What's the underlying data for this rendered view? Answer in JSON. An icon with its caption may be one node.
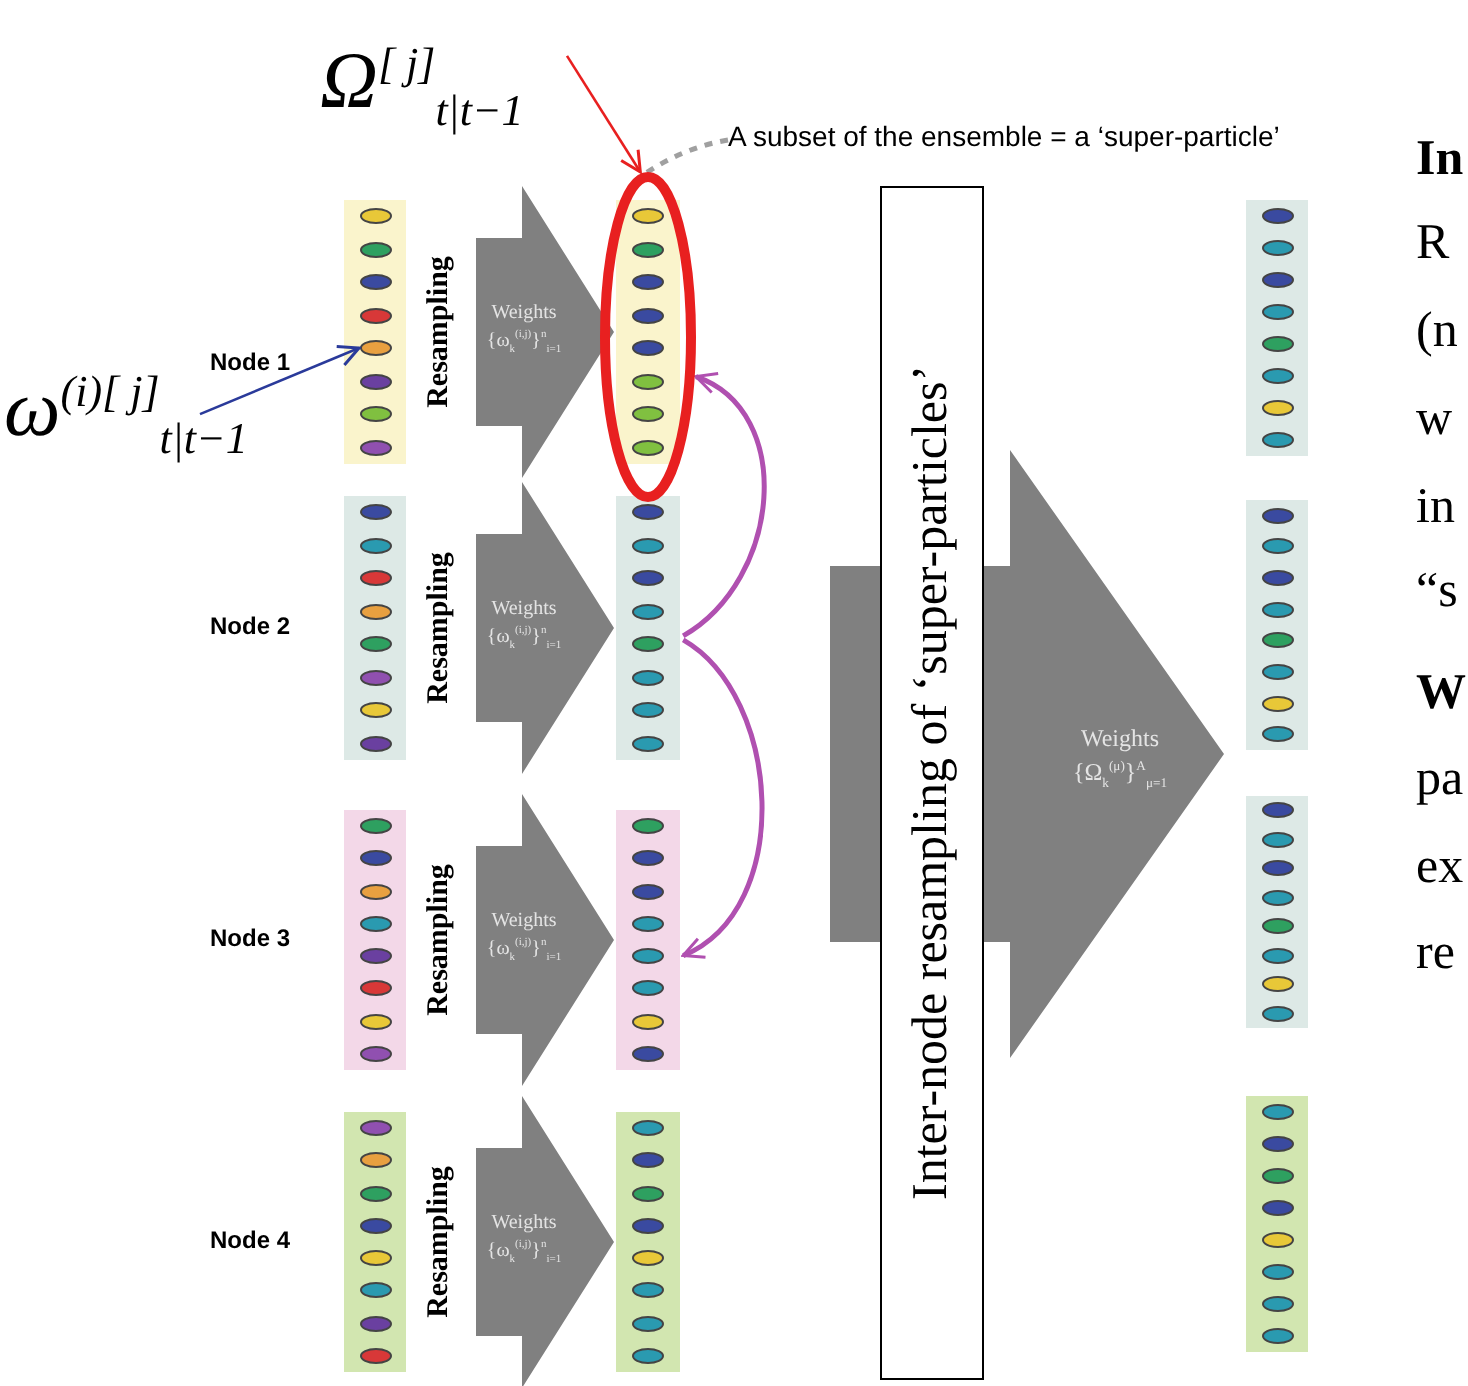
{
  "diagram": {
    "nodes": [
      {
        "text": [
          "Ω$^{[ j]}$$_{t|t−1}$"
        ]
      },
      {
        "text": [
          "A subset of the ensemble = a ‘super-particle’"
        ]
      },
      {
        "text": [],
        "shape": "ellipse"
      },
      {
        "text": [
          "ω$^{(i)[ j]}$$_{t|t−1}$"
        ]
      },
      {
        "text": [],
        "shape": "box"
      },
      {
        "text": [],
        "shape": "ellipse",
        "in": 4
      },
      {
        "text": [],
        "shape": "box",
        "in": 2
      },
      {
        "text": [],
        "shape": "box",
        "beside": [
          "Node 2"
        ]
      },
      {
        "text": [],
        "shape": "box"
      },
      {
        "text": [],
        "shape": "box",
        "beside": [
          "Node 3"
        ]
      },
      {
        "text": [],
        "shape": "box"
      },
      {
        "text": [],
        "shape": "box",
        "beside": [
          "Node 4"
        ]
      },
      {
        "text": [],
        "shape": "box"
      },
      {
        "text": [
          "Inter-node resampling of ‘super-particles’"
        ]
      },
      {
        "text": [],
        "shape": "box"
      },
      {
        "text": [],
        "shape": "box"
      },
      {
        "text": [],
        "shape": "box"
      },
      {
        "text": [],
        "shape": "box"
      }
    ],
    "edges": [
      {
        "from": 0,
        "to": 2,
        "arrow": "to",
        "color": "#e82020"
      },
      {
        "from": 1,
        "to": 2,
        "arrow": "none",
        "style": "dashed",
        "color": "#a0a0a0"
      },
      {
        "from": 3,
        "to": 5,
        "arrow": "to",
        "color": "#2a3a9a"
      },
      {
        "from": 4,
        "to": 6,
        "arrow": "to",
        "style": "thick",
        "label": "Weights {ω$_{k}$$^{(i,j)}$}$^{n}$$_{i=1}$"
      },
      {
        "from": 7,
        "to": 8,
        "arrow": "to",
        "style": "thick",
        "label": "Weights {ω$_{k}$$^{(i,j)}$}$^{n}$$_{i=1}$"
      },
      {
        "from": 9,
        "to": 10,
        "arrow": "to",
        "style": "thick",
        "label": "Weights {ω$_{k}$$^{(i,j)}$}$^{n}$$_{i=1}$"
      },
      {
        "from": 11,
        "to": 12,
        "arrow": "to",
        "style": "thick",
        "label": "Weights {ω$_{k}$$^{(i,j)}$}$^{n}$$_{i=1}$"
      },
      {
        "from": 8,
        "to": 2,
        "arrow": "to",
        "color": "#b050b0"
      },
      {
        "from": 8,
        "to": 10,
        "arrow": "to",
        "color": "#b050b0"
      },
      {
        "from": 13,
        "to": null,
        "arrow": "to",
        "style": "thick",
        "label": "Weights {Ω$_{k}$$^{(μ)}$}$^{A}$$_{μ=1}$"
      }
    ],
    "labels": [
      "Node 1",
      "Resampling",
      "Resampling",
      "Resampling",
      "Resampling",
      "In",
      "R",
      "(n",
      "w",
      "in",
      "“s",
      "W",
      "pa",
      "ex",
      "re"
    ]
  }
}
